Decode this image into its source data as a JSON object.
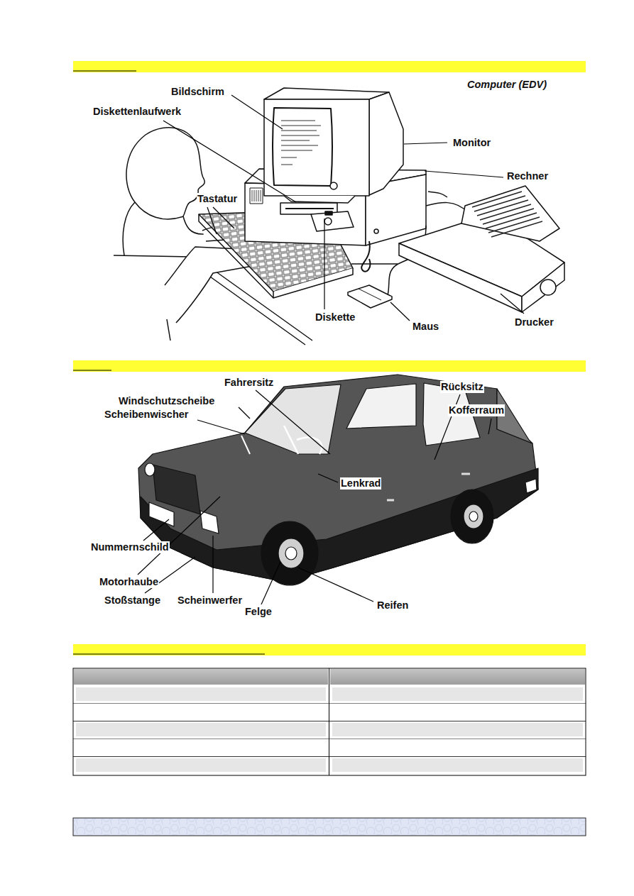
{
  "diagram": {
    "labels": [
      "Bildschirm",
      "Computer (EDV)",
      "Diskettenlaufwerk",
      "Monitor",
      "Rechner",
      "Tastatur",
      "Diskette",
      "Maus",
      "Drucker",
      "Fahrersitz",
      "Rücksitz",
      "Windschutzscheibe",
      "Kofferraum",
      "Scheibenwischer",
      "Lenkrad",
      "Nummernschild",
      "Motorhaube",
      "Stoßstange",
      "Scheinwerfer",
      "Felge",
      "Reifen"
    ]
  }
}
